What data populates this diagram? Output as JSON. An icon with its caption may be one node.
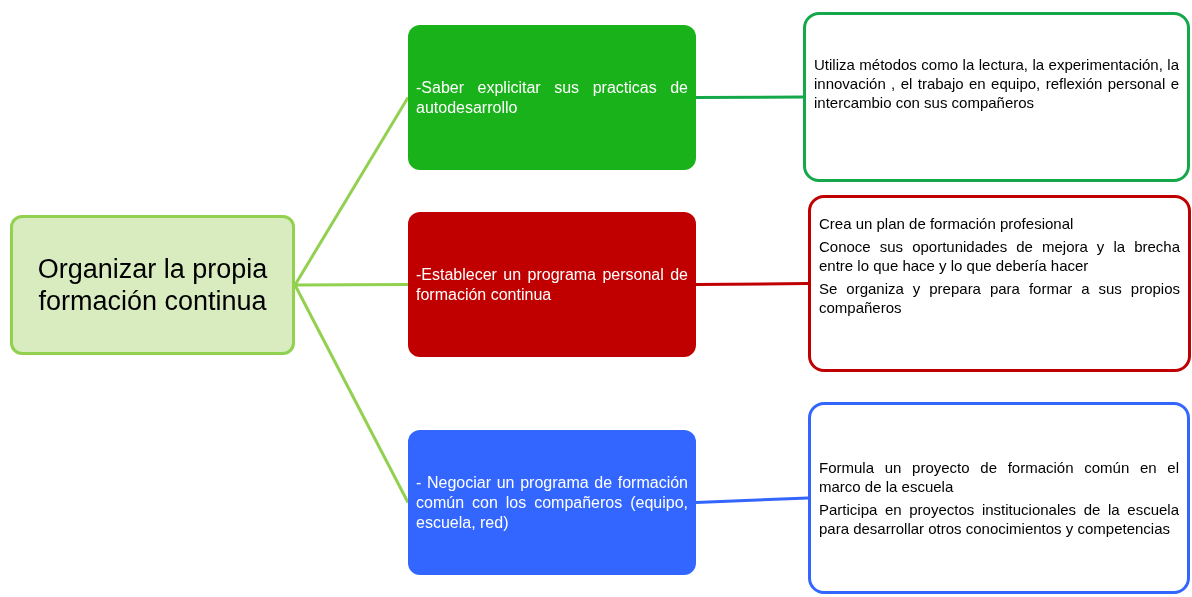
{
  "diagram": {
    "nodes": [
      {
        "text": [
          "Organizar la propia formación continua"
        ]
      },
      {
        "text": [
          "-Saber explicitar sus practicas de autodesarrollo"
        ]
      },
      {
        "text": [
          "-Establecer un programa personal de formación continua"
        ]
      },
      {
        "text": [
          "- Negociar un programa de formación común con los compañeros (equipo, escuela, red)"
        ]
      },
      {
        "text": [
          "Utiliza métodos como la lectura, la experimentación, la innovación , el trabajo en equipo, reflexión personal e intercambio con sus compañeros"
        ]
      },
      {
        "text": [
          "Crea un plan de formación profesional",
          "Conoce sus oportunidades de mejora y la brecha entre lo que hace y lo que debería hacer",
          "Se organiza y prepara para formar a sus propios compañeros"
        ]
      },
      {
        "text": [
          "Formula un  proyecto de formación común en el marco de la escuela",
          "Participa en proyectos institucionales de la escuela para desarrollar otros conocimientos y competencias"
        ]
      }
    ],
    "edges": [
      {
        "from": 0,
        "to": 1,
        "arrow": "none"
      },
      {
        "from": 0,
        "to": 2,
        "arrow": "none"
      },
      {
        "from": 0,
        "to": 3,
        "arrow": "none"
      },
      {
        "from": 1,
        "to": 4,
        "arrow": "none",
        "color": "#14a84a"
      },
      {
        "from": 2,
        "to": 5,
        "arrow": "none",
        "color": "#c00000"
      },
      {
        "from": 3,
        "to": 6,
        "arrow": "none",
        "color": "#3366ff"
      }
    ]
  }
}
